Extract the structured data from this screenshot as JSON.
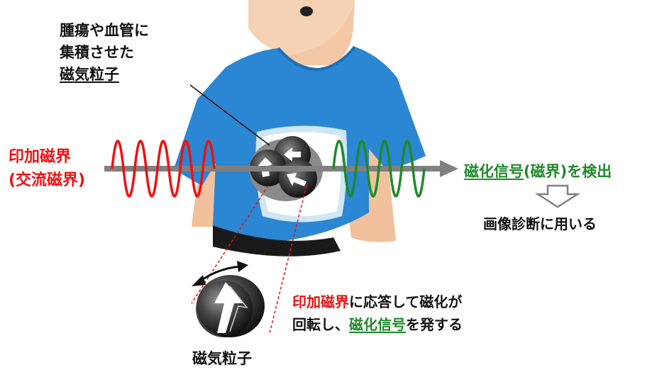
{
  "labels": {
    "particles_line1": "腫瘍や血管に",
    "particles_line2": "集積させた",
    "particles_line3": "磁気粒子",
    "applied_line1": "印加磁界",
    "applied_line2": "(交流磁界)",
    "detect_part1": "磁化信号",
    "detect_part2": "(磁界)を検出",
    "diagnosis": "画像診断に用いる",
    "response_red": "印加磁界",
    "response_rest1": "に応答して磁化が",
    "response_line2_a": "回転し、",
    "response_line2_b": "磁化信号",
    "response_line2_c": "を発する",
    "bottom_particle": "磁気粒子"
  },
  "colors": {
    "shirt": "#2b86d3",
    "skin": "#f2c8a6",
    "applied_wave": "#ee1111",
    "signal_wave": "#1f8a2a",
    "axis_arrow": "#808080",
    "particle": "#4a4a4a"
  }
}
